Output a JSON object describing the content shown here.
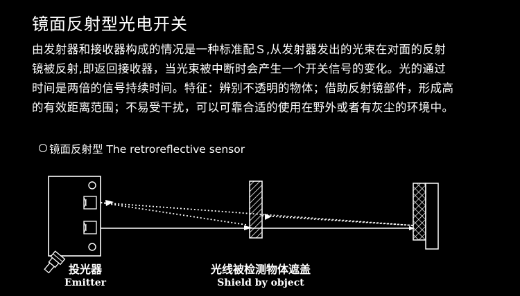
{
  "header": {
    "title": "镜面反射型光电开关"
  },
  "description": {
    "lines": [
      "由发射器和接收器构成的情况是一种标准配Ｓ,从发射器发出的光束在对面的反射",
      "镜被反射,即返回接收器，当光束被中断时会产生一个开关信号的变化。光的通过",
      "时间是两倍的信号持续时间。特征：辨别不透明的物体；借助反射镜部件，形成高",
      "的有效距离范围；不易受干扰，可以可靠合适的使用在野外或者有灰尘的环境中。"
    ]
  },
  "diagram": {
    "subtitle": "镜面反射型 The retroreflective sensor",
    "emitter": {
      "label_cn": "投光器",
      "label_en": "Emitter"
    },
    "object": {
      "label_cn": "光线被检测物体遮盖",
      "label_en": "Shield by object"
    },
    "icons": [
      "sensor-housing",
      "shield-object",
      "reflector-mirror"
    ]
  }
}
